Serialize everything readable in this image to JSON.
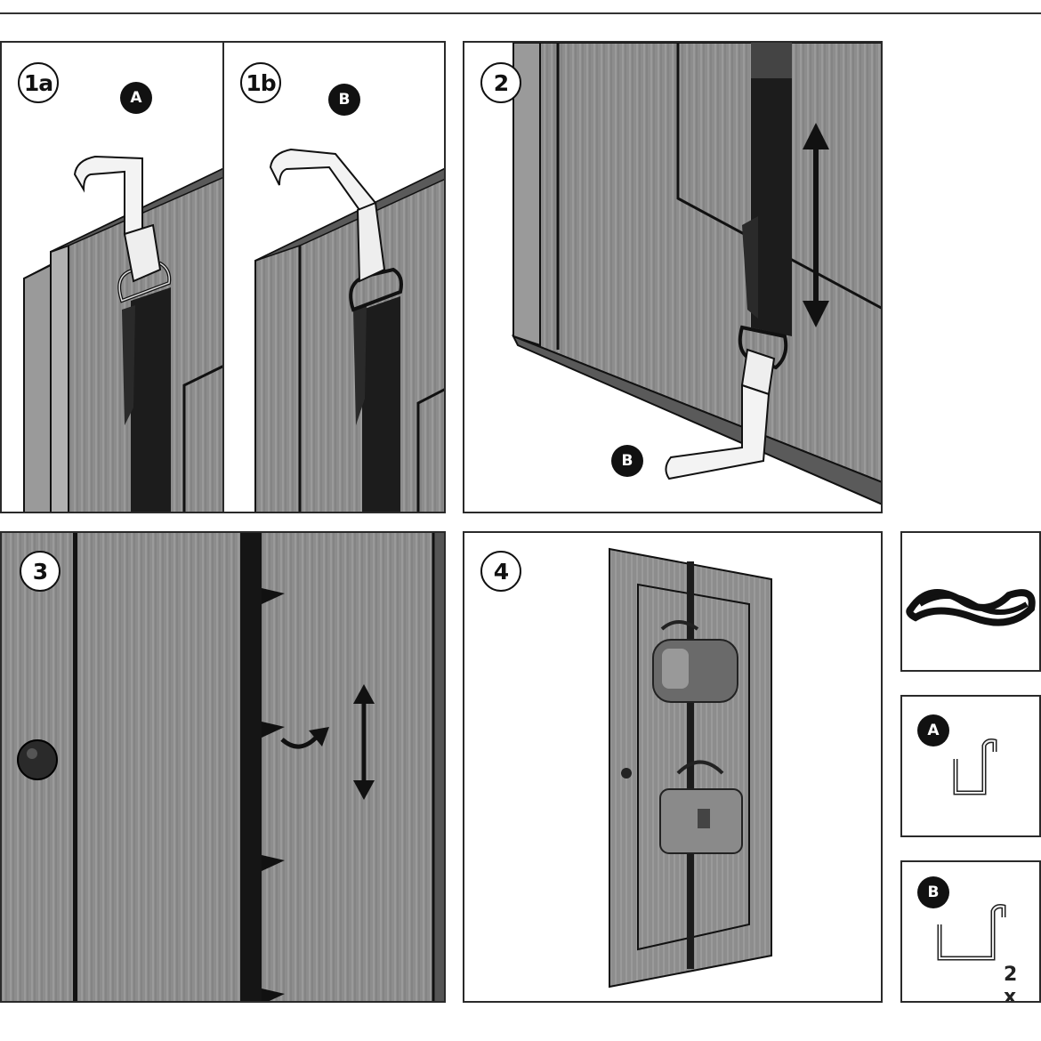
{
  "steps": {
    "s1a": "1a",
    "s1b": "1b",
    "s2": "2",
    "s3": "3",
    "s4": "4"
  },
  "parts": {
    "a_label": "A",
    "b_label": "B"
  },
  "contents": {
    "hook_b_quantity": "2 x"
  },
  "colors": {
    "wood": "#8c8c8c",
    "outline": "#1a1a1a",
    "strap": "#1c1c1c",
    "hook": "#f2f2f2"
  }
}
